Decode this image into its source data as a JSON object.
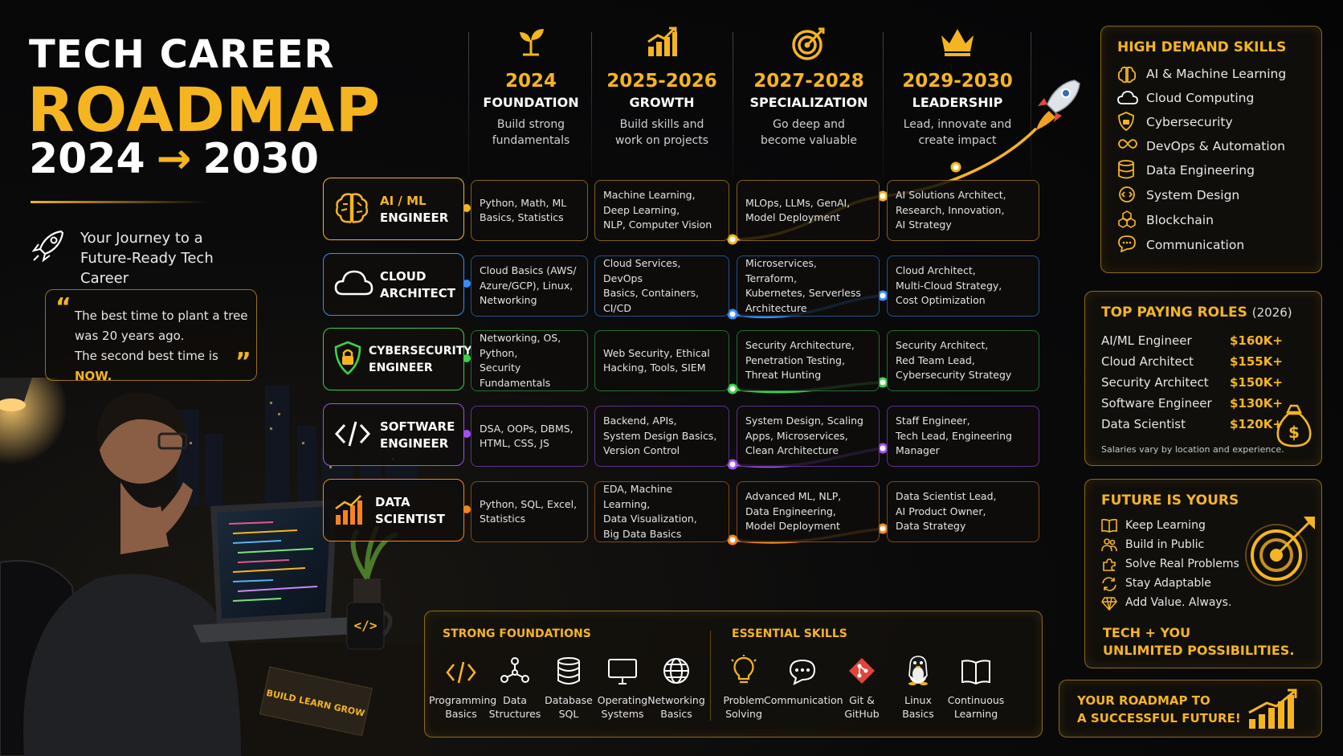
{
  "header": {
    "title_line1": "TECH CAREER",
    "title_line2": "ROADMAP",
    "year_start": "2024",
    "arrow": "→",
    "year_end": "2030",
    "journey_line1": "Your Journey to a",
    "journey_line2": "Future-Ready Tech Career"
  },
  "quote": {
    "open_mark": "“",
    "close_mark": "”",
    "line1": "The best time to plant a tree",
    "line2": "was 20 years ago.",
    "line3_prefix": "The second best time is ",
    "line3_emphasis": "NOW."
  },
  "book_text": "BUILD LEARN GROW",
  "mug_glyph": "</>",
  "phases": [
    {
      "year": "2024",
      "name": "FOUNDATION",
      "desc1": "Build strong",
      "desc2": "fundamentals",
      "icon": "sprout-icon"
    },
    {
      "year": "2025-2026",
      "name": "GROWTH",
      "desc1": "Build skills and",
      "desc2": "work on projects",
      "icon": "growth-chart-icon"
    },
    {
      "year": "2027-2028",
      "name": "SPECIALIZATION",
      "desc1": "Go deep and",
      "desc2": "become valuable",
      "icon": "target-icon"
    },
    {
      "year": "2029-2030",
      "name": "LEADERSHIP",
      "desc1": "Lead, innovate and",
      "desc2": "create impact",
      "icon": "crown-icon"
    }
  ],
  "tracks": [
    {
      "line1": "AI / ML",
      "line2": "ENGINEER",
      "color": "#f5b520",
      "icon": "brain-icon",
      "cells": [
        [
          "Python, Math, ML",
          "Basics, Statistics"
        ],
        [
          "Machine Learning,",
          "Deep Learning,",
          "NLP, Computer Vision"
        ],
        [
          "MLOps, LLMs, GenAI,",
          "Model Deployment"
        ],
        [
          "AI Solutions Architect,",
          "Research, Innovation,",
          "AI Strategy"
        ]
      ]
    },
    {
      "line1": "CLOUD",
      "line2": "ARCHITECT",
      "color": "#3b8cf5",
      "icon": "cloud-icon",
      "cells": [
        [
          "Cloud Basics (AWS/",
          "Azure/GCP), Linux,",
          "Networking"
        ],
        [
          "Cloud Services, DevOps",
          "Basics, Containers,",
          "CI/CD"
        ],
        [
          "Microservices, Terraform,",
          "Kubernetes, Serverless",
          "Architecture"
        ],
        [
          "Cloud Architect,",
          "Multi-Cloud Strategy,",
          "Cost Optimization"
        ]
      ]
    },
    {
      "line1": "CYBERSECURITY",
      "line2": "ENGINEER",
      "color": "#3ecf4f",
      "icon": "shield-lock-icon",
      "cells": [
        [
          "Networking, OS, Python,",
          "Security Fundamentals"
        ],
        [
          "Web Security, Ethical",
          "Hacking, Tools, SIEM"
        ],
        [
          "Security Architecture,",
          "Penetration Testing,",
          "Threat Hunting"
        ],
        [
          "Security Architect,",
          "Red Team Lead,",
          "Cybersecurity Strategy"
        ]
      ]
    },
    {
      "line1": "SOFTWARE",
      "line2": "ENGINEER",
      "color": "#a050f0",
      "icon": "code-icon",
      "cells": [
        [
          "DSA, OOPs, DBMS,",
          "HTML, CSS, JS"
        ],
        [
          "Backend, APIs,",
          "System Design Basics,",
          "Version Control"
        ],
        [
          "System Design, Scaling",
          "Apps, Microservices,",
          "Clean Architecture"
        ],
        [
          "Staff Engineer,",
          "Tech Lead, Engineering",
          "Manager"
        ]
      ]
    },
    {
      "line1": "DATA",
      "line2": "SCIENTIST",
      "color": "#f5841f",
      "icon": "bar-chart-icon",
      "cells": [
        [
          "Python, SQL, Excel,",
          "Statistics"
        ],
        [
          "EDA, Machine Learning,",
          "Data Visualization,",
          "Big Data Basics"
        ],
        [
          "Advanced ML, NLP,",
          "Data Engineering,",
          "Model Deployment"
        ],
        [
          "Data Scientist Lead,",
          "AI Product Owner,",
          "Data Strategy"
        ]
      ]
    }
  ],
  "high_demand": {
    "title": "HIGH DEMAND SKILLS",
    "items": [
      {
        "label": "AI & Machine Learning",
        "icon": "brain-icon"
      },
      {
        "label": "Cloud Computing",
        "icon": "cloud-icon"
      },
      {
        "label": "Cybersecurity",
        "icon": "shield-lock-icon"
      },
      {
        "label": "DevOps & Automation",
        "icon": "infinity-icon"
      },
      {
        "label": "Data Engineering",
        "icon": "database-icon"
      },
      {
        "label": "System Design",
        "icon": "gear-code-icon"
      },
      {
        "label": "Blockchain",
        "icon": "blockchain-icon"
      },
      {
        "label": "Communication",
        "icon": "chat-icon"
      }
    ]
  },
  "top_paying": {
    "title": "TOP PAYING ROLES",
    "year": "(2026)",
    "rows": [
      {
        "role": "AI/ML Engineer",
        "salary": "$160K+"
      },
      {
        "role": "Cloud Architect",
        "salary": "$155K+"
      },
      {
        "role": "Security Architect",
        "salary": "$150K+"
      },
      {
        "role": "Software Engineer",
        "salary": "$130K+"
      },
      {
        "role": "Data Scientist",
        "salary": "$120K+"
      }
    ],
    "note": "Salaries vary by location and experience."
  },
  "future": {
    "title": "FUTURE IS YOURS",
    "items": [
      {
        "label": "Keep Learning",
        "icon": "book-icon"
      },
      {
        "label": "Build in Public",
        "icon": "people-icon"
      },
      {
        "label": "Solve Real Problems",
        "icon": "puzzle-icon"
      },
      {
        "label": "Stay Adaptable",
        "icon": "refresh-icon"
      },
      {
        "label": "Add Value. Always.",
        "icon": "diamond-icon"
      }
    ],
    "tag_line1": "TECH + YOU",
    "tag_line2": "UNLIMITED POSSIBILITIES."
  },
  "footer_banner": {
    "line1": "YOUR ROADMAP TO",
    "line2": "A SUCCESSFUL FUTURE!"
  },
  "foundations": {
    "title": "STRONG FOUNDATIONS",
    "items": [
      {
        "line1": "Programming",
        "line2": "Basics",
        "icon": "code-icon"
      },
      {
        "line1": "Data",
        "line2": "Structures",
        "icon": "graph-nodes-icon"
      },
      {
        "line1": "Database",
        "line2": "SQL",
        "icon": "database-icon"
      },
      {
        "line1": "Operating",
        "line2": "Systems",
        "icon": "monitor-icon"
      },
      {
        "line1": "Networking",
        "line2": "Basics",
        "icon": "globe-icon"
      }
    ]
  },
  "essential": {
    "title": "ESSENTIAL SKILLS",
    "items": [
      {
        "line1": "Problem",
        "line2": "Solving",
        "icon": "lightbulb-icon"
      },
      {
        "line1": "Communication",
        "line2": "",
        "icon": "chat-icon"
      },
      {
        "line1": "Git &",
        "line2": "GitHub",
        "icon": "git-icon"
      },
      {
        "line1": "Linux",
        "line2": "Basics",
        "icon": "penguin-icon"
      },
      {
        "line1": "Continuous",
        "line2": "Learning",
        "icon": "book-icon"
      }
    ]
  }
}
